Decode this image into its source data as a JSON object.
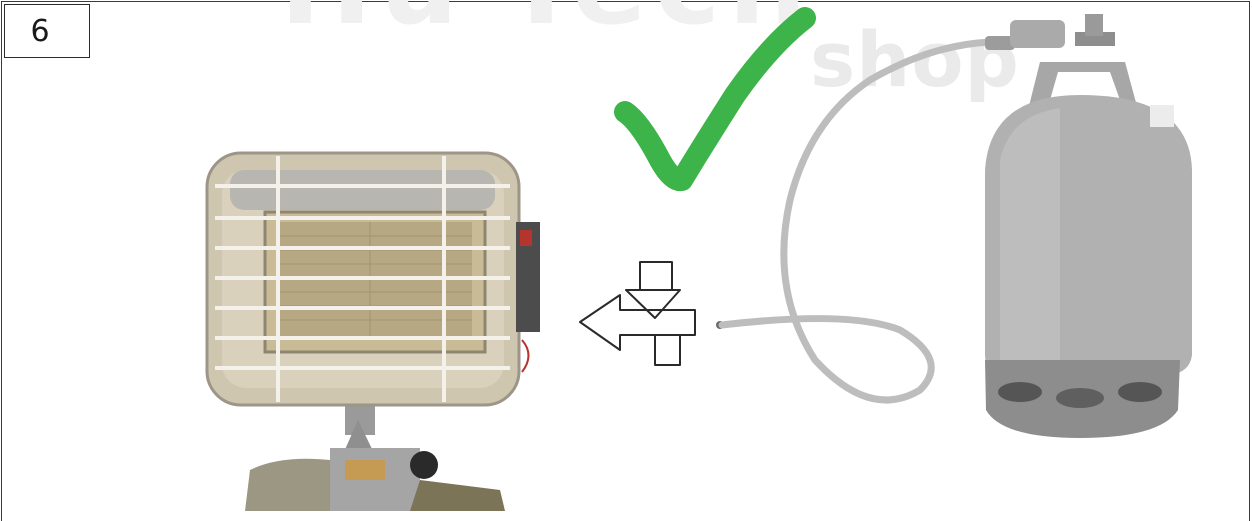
{
  "step": {
    "number": "6"
  },
  "watermark": {
    "top_text": "Hu-Tech",
    "bottom_text": "shop"
  },
  "illustration": {
    "heater": "heater-icon",
    "connector_arrow": "arrow-left-icon",
    "approval_mark": "checkmark-icon",
    "gas_cylinder": "gas-cylinder-icon",
    "hose": "hose-icon",
    "check_color": "#3cb44a"
  }
}
